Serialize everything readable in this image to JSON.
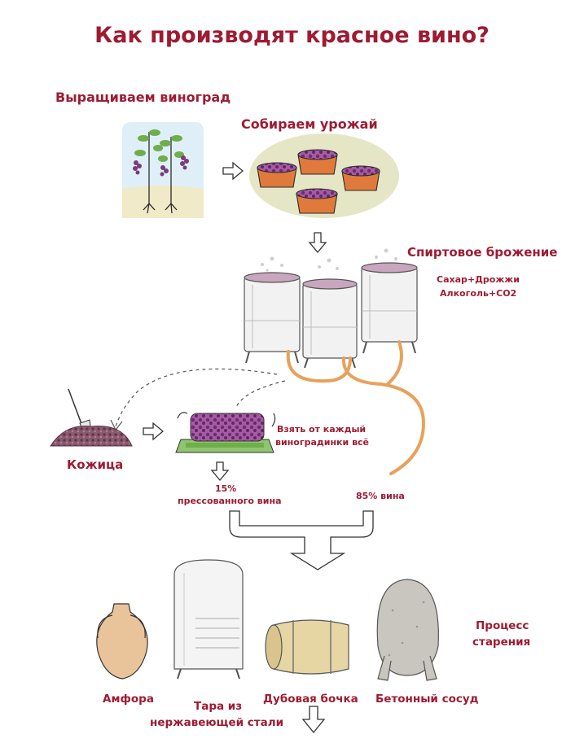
{
  "title": "Как производят красное вино?",
  "steps": {
    "grow": "Выращиваем виноград",
    "harvest": "Собираем урожай",
    "fermentation": "Спиртовое брожение",
    "fermentation_formula_1": "Сахар+Дрожжи",
    "fermentation_formula_2": "Алкоголь+СО2",
    "skins": "Кожица",
    "press_note_1": "Взять от каждый",
    "press_note_2": "виноградинки всё",
    "pressed_pct": "15%",
    "pressed_label": "прессованного вина",
    "free_run": "85% вина",
    "aging_1": "Процесс",
    "aging_2": "старения"
  },
  "vessels": {
    "amphora": "Амфора",
    "steel_1": "Тара из",
    "steel_2": "нержавеющей стали",
    "oak": "Дубовая бочка",
    "concrete": "Бетонный сосуд"
  },
  "colors": {
    "accent": "#9e1b32",
    "grape": "#7a3a7c",
    "pot": "#e07a3c",
    "tube": "#e8a15a",
    "harvest_bg": "#e4e6c6",
    "ground": "#f0eac8"
  }
}
